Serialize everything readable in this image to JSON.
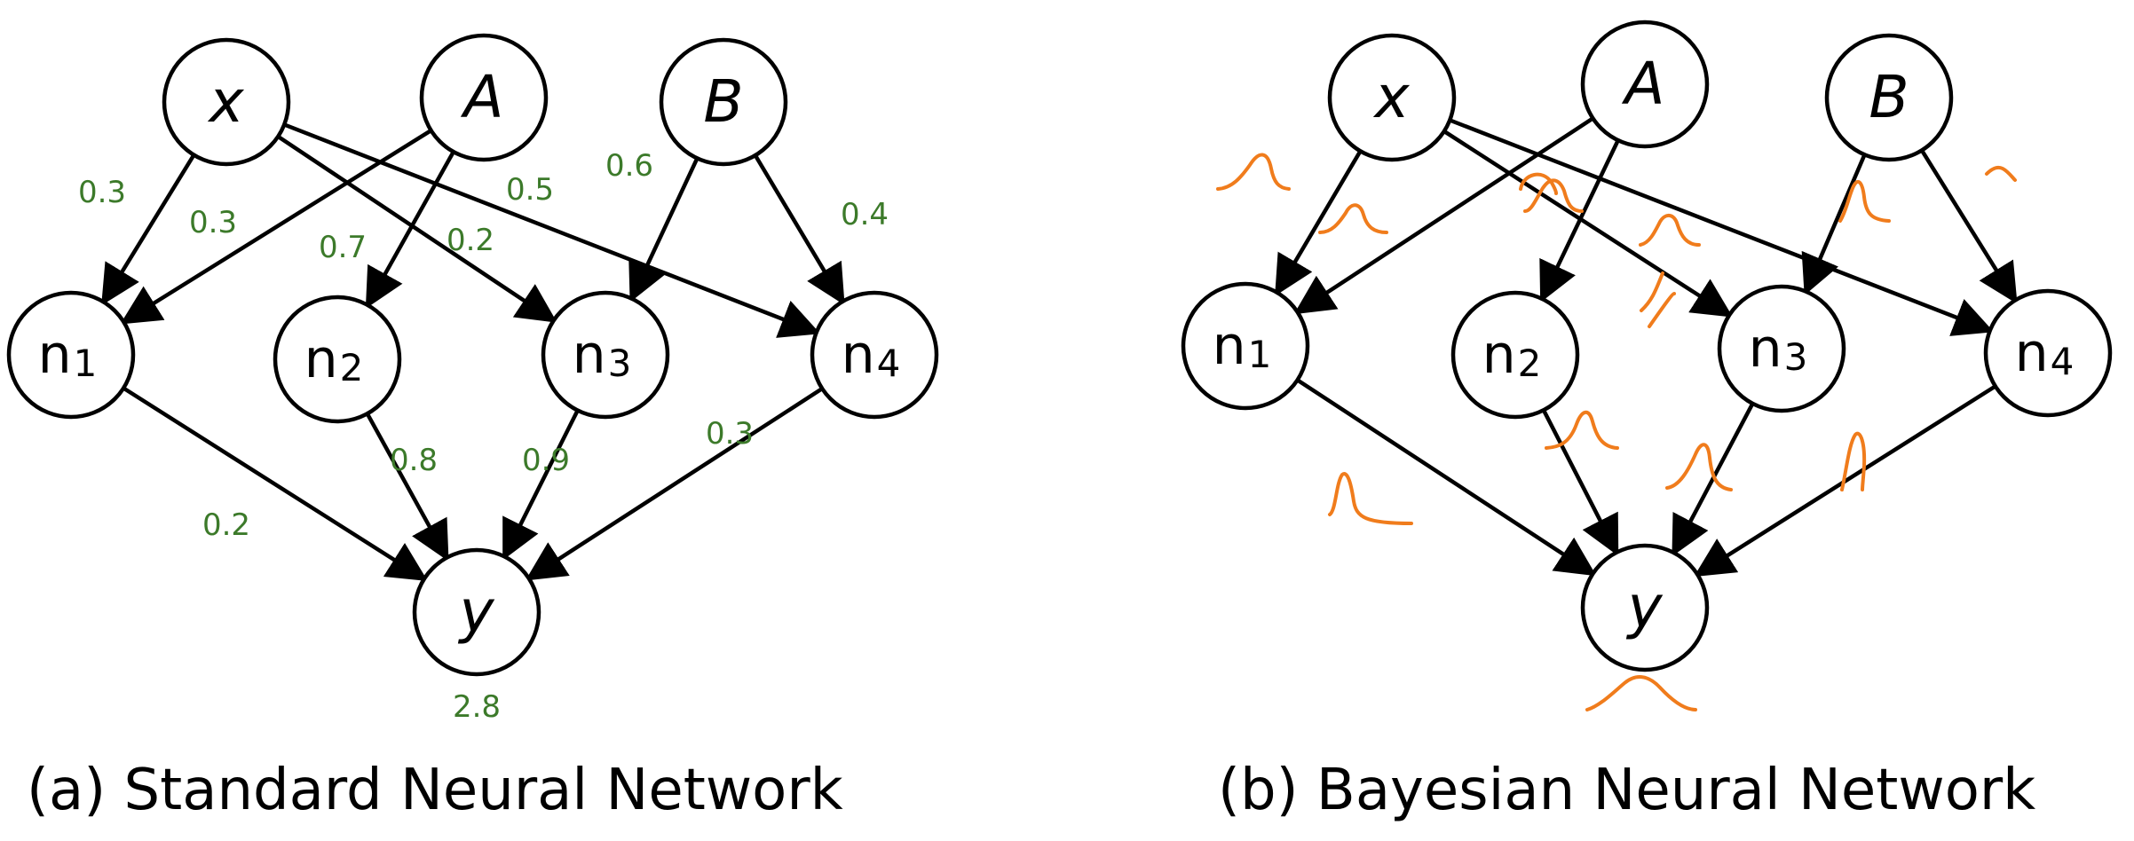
{
  "panels": [
    {
      "id": "standard",
      "caption": "(a) Standard Neural Network",
      "nodes": {
        "x": {
          "base": "x",
          "sub": "",
          "italic": true
        },
        "A": {
          "base": "A",
          "sub": "",
          "italic": true
        },
        "B": {
          "base": "B",
          "sub": "",
          "italic": true
        },
        "n1": {
          "base": "n",
          "sub": "1",
          "italic": false
        },
        "n2": {
          "base": "n",
          "sub": "2",
          "italic": false
        },
        "n3": {
          "base": "n",
          "sub": "3",
          "italic": false
        },
        "n4": {
          "base": "n",
          "sub": "4",
          "italic": false
        },
        "y": {
          "base": "y",
          "sub": "",
          "italic": true
        }
      },
      "edges": [
        {
          "from": "x",
          "to": "n1",
          "weight": "0.3"
        },
        {
          "from": "x",
          "to": "n3",
          "weight": "0.2"
        },
        {
          "from": "x",
          "to": "n4",
          "weight": "0.5"
        },
        {
          "from": "A",
          "to": "n1",
          "weight": "0.3"
        },
        {
          "from": "A",
          "to": "n2",
          "weight": "0.7"
        },
        {
          "from": "B",
          "to": "n3",
          "weight": "0.6"
        },
        {
          "from": "B",
          "to": "n4",
          "weight": "0.4"
        },
        {
          "from": "n1",
          "to": "y",
          "weight": "0.2"
        },
        {
          "from": "n2",
          "to": "y",
          "weight": "0.8"
        },
        {
          "from": "n3",
          "to": "y",
          "weight": "0.9"
        },
        {
          "from": "n4",
          "to": "y",
          "weight": "0.3"
        }
      ],
      "output_value": "2.8"
    },
    {
      "id": "bayesian",
      "caption": "(b) Bayesian Neural Network",
      "nodes": {
        "x": {
          "base": "x",
          "sub": "",
          "italic": true
        },
        "A": {
          "base": "A",
          "sub": "",
          "italic": true
        },
        "B": {
          "base": "B",
          "sub": "",
          "italic": true
        },
        "n1": {
          "base": "n",
          "sub": "1",
          "italic": false
        },
        "n2": {
          "base": "n",
          "sub": "2",
          "italic": false
        },
        "n3": {
          "base": "n",
          "sub": "3",
          "italic": false
        },
        "n4": {
          "base": "n",
          "sub": "4",
          "italic": false
        },
        "y": {
          "base": "y",
          "sub": "",
          "italic": true
        }
      },
      "edges": [
        {
          "from": "x",
          "to": "n1"
        },
        {
          "from": "x",
          "to": "n3"
        },
        {
          "from": "x",
          "to": "n4"
        },
        {
          "from": "A",
          "to": "n1"
        },
        {
          "from": "A",
          "to": "n2"
        },
        {
          "from": "B",
          "to": "n3"
        },
        {
          "from": "B",
          "to": "n4"
        },
        {
          "from": "n1",
          "to": "y"
        },
        {
          "from": "n2",
          "to": "y"
        },
        {
          "from": "n3",
          "to": "y"
        },
        {
          "from": "n4",
          "to": "y"
        }
      ],
      "weight_distribution_color": "#f07c1c"
    }
  ],
  "colors": {
    "weight_text": "#3c7a2a",
    "stroke": "#000000",
    "distribution": "#f07c1c"
  }
}
